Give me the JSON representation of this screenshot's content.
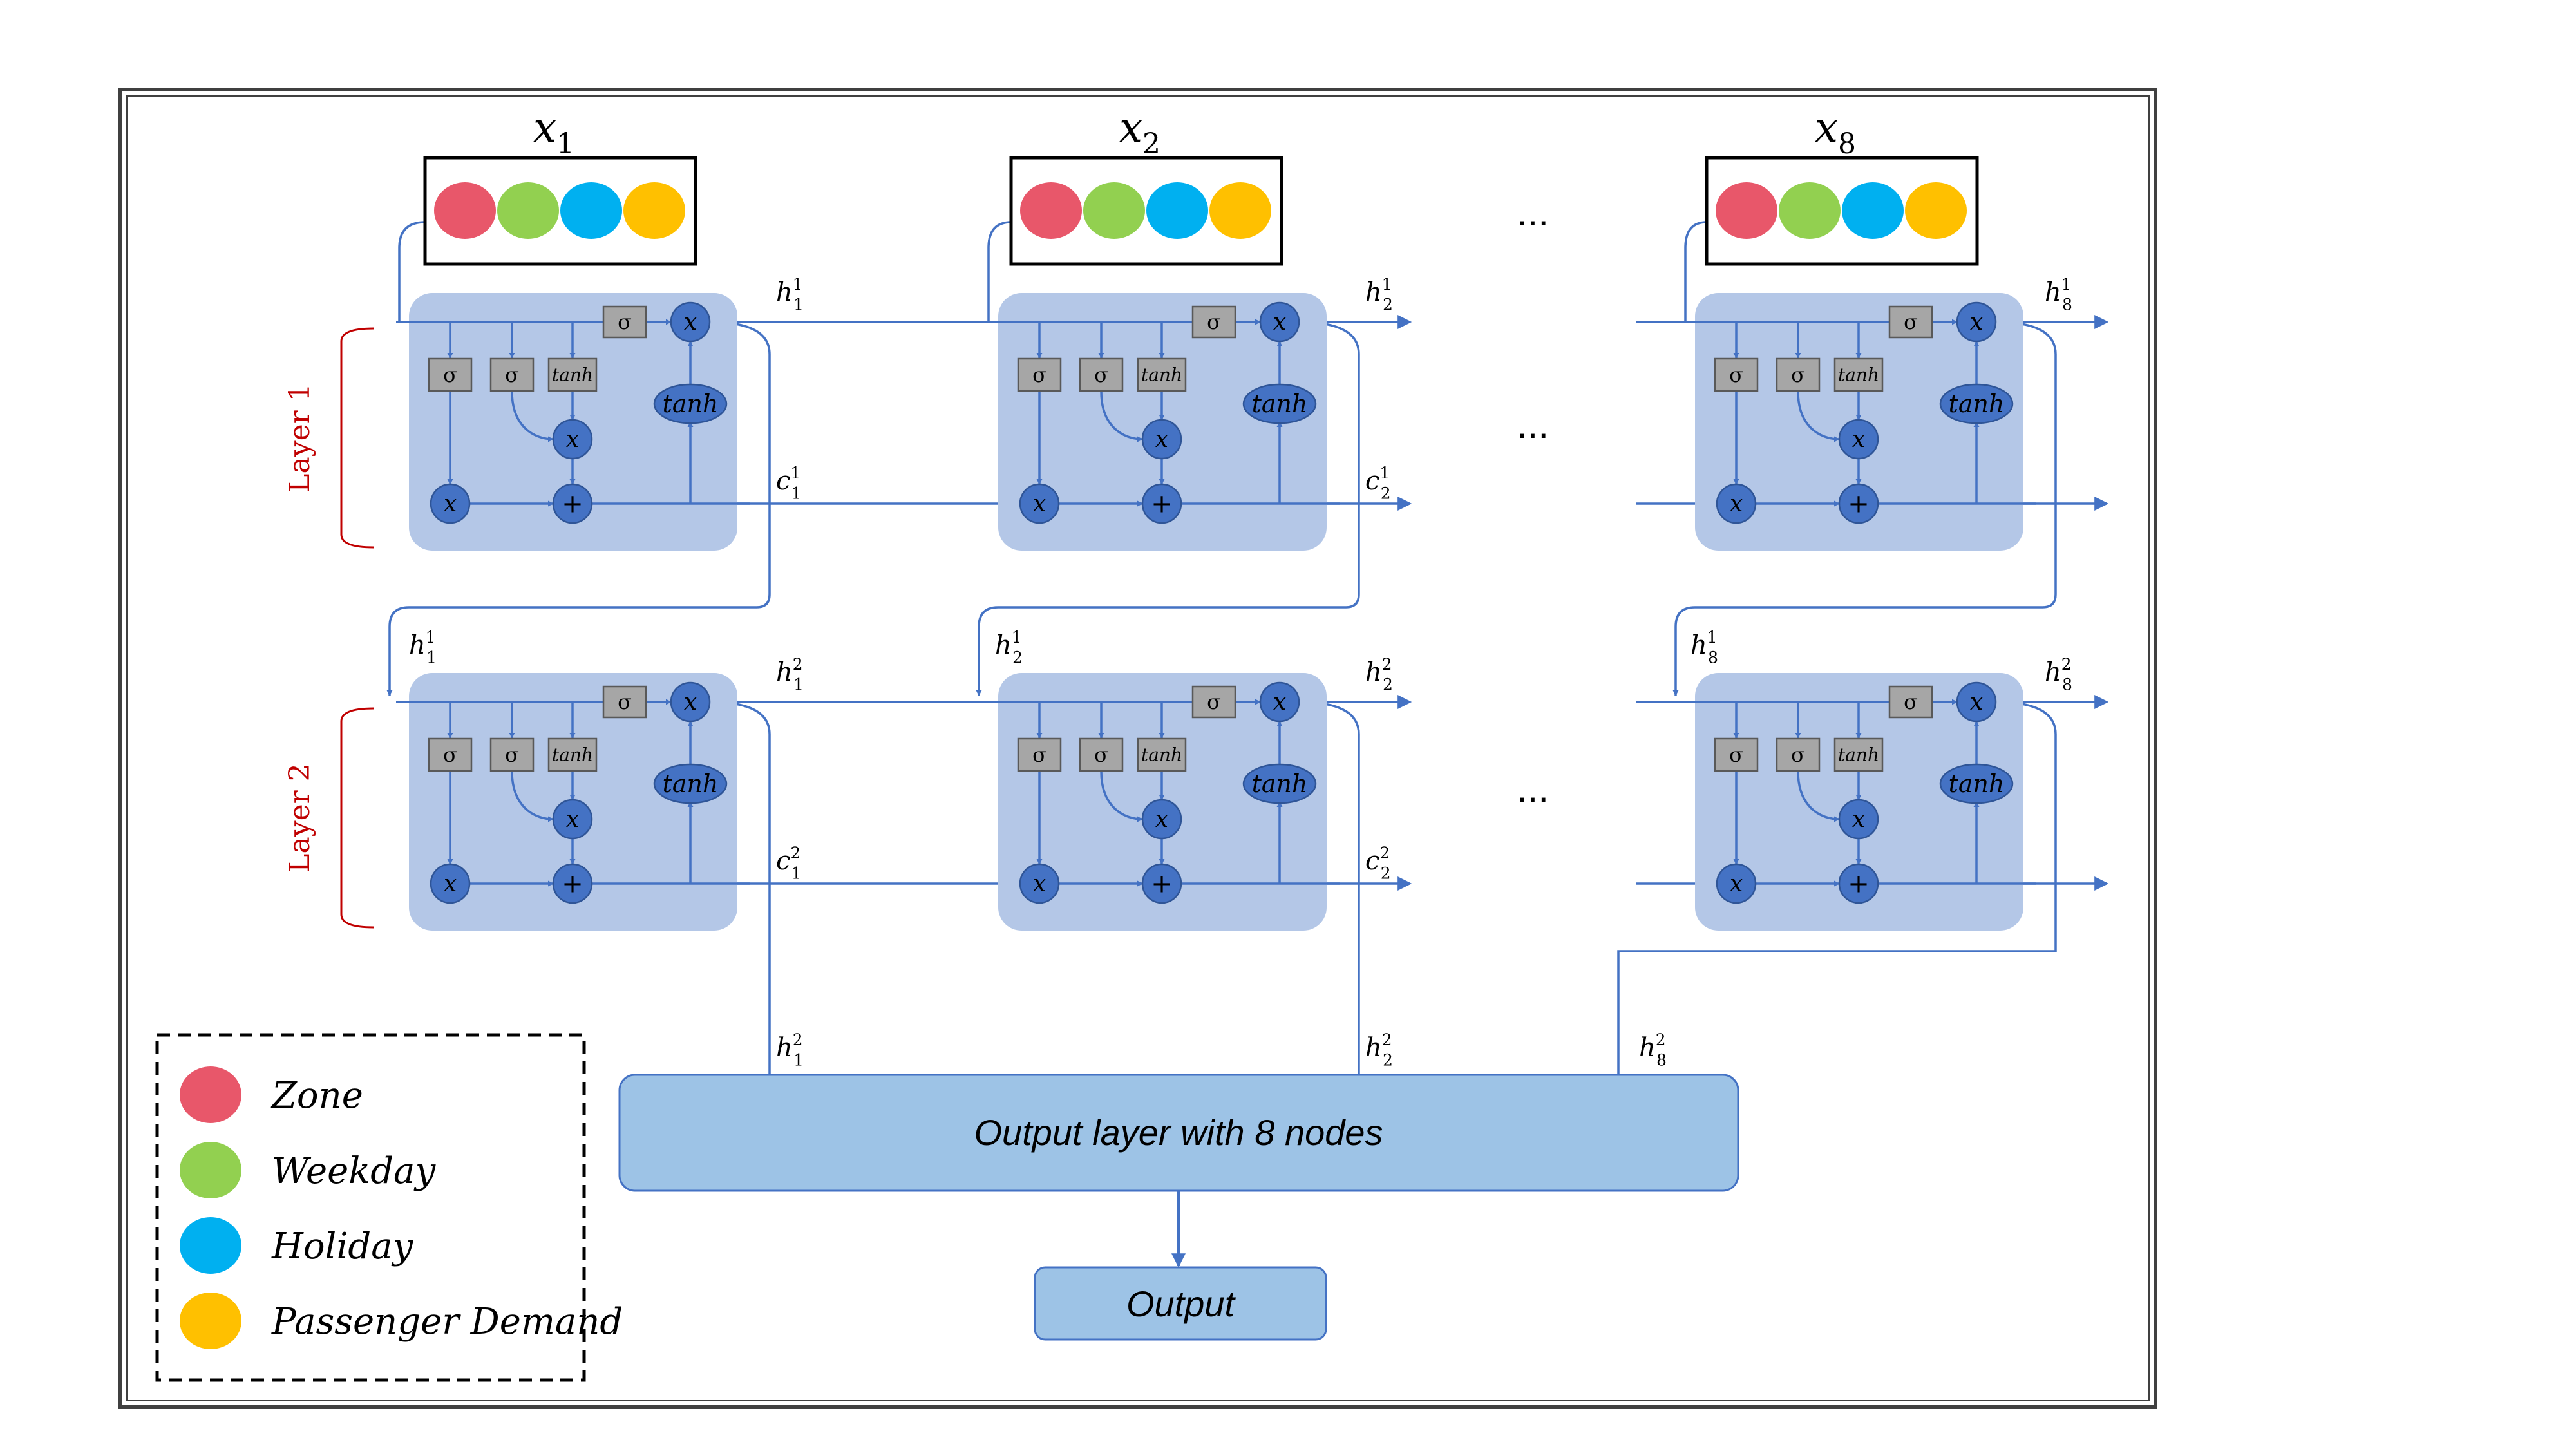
{
  "colors": {
    "zone": "#E8576A",
    "weekday": "#92D050",
    "holiday": "#00B0F0",
    "demand": "#FFC000",
    "cell_bg": "#B4C7E7",
    "node": "#4472C4",
    "gate": "#A6A6A6",
    "line": "#4472C4",
    "output_bg": "#9DC3E6",
    "layer_label": "#C00000"
  },
  "inputs": [
    {
      "base": "x",
      "sub": "1"
    },
    {
      "base": "x",
      "sub": "2"
    },
    {
      "base": "x",
      "sub": "8"
    }
  ],
  "ellipsis": "...",
  "layers": [
    {
      "label": "Layer 1",
      "sup": "1"
    },
    {
      "label": "Layer 2",
      "sup": "2"
    }
  ],
  "steps": [
    "1",
    "2",
    "8"
  ],
  "symbols": {
    "sigma": "σ",
    "tanh": "tanh",
    "mult": "x",
    "plus": "+",
    "h": "h",
    "c": "c"
  },
  "output_layer": {
    "label": "Output layer with 8 nodes"
  },
  "output": {
    "label": "Output"
  },
  "legend": [
    {
      "label": "Zone",
      "color": "#E8576A",
      "icon": "red-circle"
    },
    {
      "label": "Weekday",
      "color": "#92D050",
      "icon": "green-circle"
    },
    {
      "label": "Holiday",
      "color": "#00B0F0",
      "icon": "blue-circle"
    },
    {
      "label": "Passenger Demand",
      "color": "#FFC000",
      "icon": "yellow-circle"
    }
  ]
}
